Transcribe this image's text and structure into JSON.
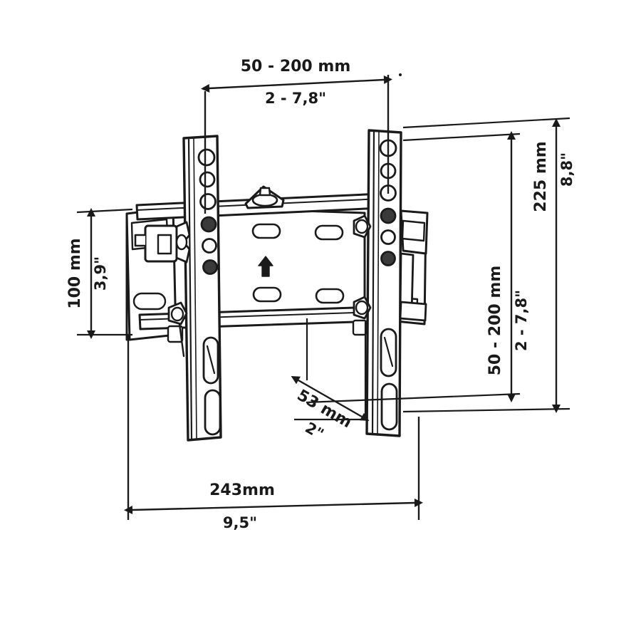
{
  "drawing": {
    "title": "Tilting TV wall mount technical dimension drawing",
    "line_color": "#1a1a1a",
    "fill_color": "#ffffff",
    "background": "#ffffff"
  },
  "dimensions": {
    "top_width": {
      "metric": "50 - 200 mm",
      "imperial": "2 - 7,8\"",
      "orientation": "horizontal"
    },
    "left_height": {
      "metric": "100 mm",
      "imperial": "3,9\"",
      "orientation": "vertical"
    },
    "right_inner_height": {
      "metric": "50 - 200 mm",
      "imperial": "2 - 7,8\"",
      "orientation": "vertical"
    },
    "right_outer_height": {
      "metric": "225 mm",
      "imperial": "8,8\"",
      "orientation": "vertical"
    },
    "depth": {
      "metric": "53 mm",
      "imperial": "2\"",
      "orientation": "diagonal"
    },
    "bottom_width": {
      "metric": "243mm",
      "imperial": "9,5\"",
      "orientation": "horizontal"
    }
  },
  "product": {
    "part_names": {
      "left_rail": "left-vertical-rail",
      "right_rail": "right-vertical-rail",
      "wall_plate": "center-wall-plate",
      "top_bar": "top-horizontal-bar",
      "bottom_bar": "bottom-horizontal-bar",
      "hook": "keyhole-hook",
      "up_marker": "up-orientation-arrow",
      "knob": "adjustment-knob",
      "tilt_bracket": "tilt-bracket"
    },
    "rail_round_holes": 6,
    "rail_slot_holes": 2,
    "wall_plate_slots": 4
  }
}
